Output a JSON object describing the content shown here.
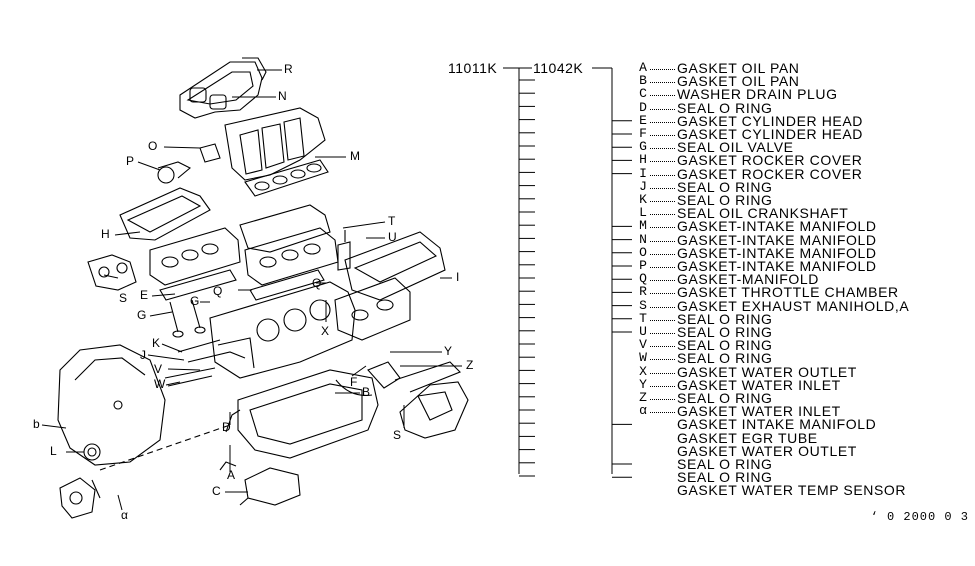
{
  "diagram": {
    "part_numbers": {
      "main": "11011K",
      "sub": "11042K"
    },
    "items": [
      {
        "code": "A",
        "desc": "GASKET OIL PAN",
        "bracket": false
      },
      {
        "code": "B",
        "desc": "GASKET OIL PAN",
        "bracket": false
      },
      {
        "code": "C",
        "desc": "WASHER DRAIN PLUG",
        "bracket": false
      },
      {
        "code": "D",
        "desc": "SEAL O RING",
        "bracket": false
      },
      {
        "code": "E",
        "desc": "GASKET CYLINDER HEAD",
        "bracket": true
      },
      {
        "code": "F",
        "desc": "GASKET CYLINDER HEAD",
        "bracket": true
      },
      {
        "code": "G",
        "desc": "SEAL OIL VALVE",
        "bracket": true
      },
      {
        "code": "H",
        "desc": "GASKET ROCKER COVER",
        "bracket": true
      },
      {
        "code": "I",
        "desc": "GASKET ROCKER COVER",
        "bracket": true
      },
      {
        "code": "J",
        "desc": "SEAL O RING",
        "bracket": false
      },
      {
        "code": "K",
        "desc": "SEAL O RING",
        "bracket": false
      },
      {
        "code": "L",
        "desc": "SEAL OIL CRANKSHAFT",
        "bracket": false
      },
      {
        "code": "M",
        "desc": "GASKET-INTAKE MANIFOLD",
        "bracket": true
      },
      {
        "code": "N",
        "desc": "GASKET-INTAKE MANIFOLD",
        "bracket": true
      },
      {
        "code": "O",
        "desc": "GASKET-INTAKE MANIFOLD",
        "bracket": true
      },
      {
        "code": "P",
        "desc": "GASKET-INTAKE MANIFOLD",
        "bracket": true
      },
      {
        "code": "Q",
        "desc": "GASKET-MANIFOLD",
        "bracket": true
      },
      {
        "code": "R",
        "desc": "GASKET THROTTLE CHAMBER",
        "bracket": true
      },
      {
        "code": "S",
        "desc": "GASKET EXHAUST MANIHOLD,A",
        "bracket": true
      },
      {
        "code": "T",
        "desc": "SEAL O RING",
        "bracket": true
      },
      {
        "code": "U",
        "desc": "SEAL O RING",
        "bracket": true
      },
      {
        "code": "V",
        "desc": "SEAL O RING",
        "bracket": false
      },
      {
        "code": "W",
        "desc": "SEAL O RING",
        "bracket": false
      },
      {
        "code": "X",
        "desc": "GASKET WATER OUTLET",
        "bracket": false
      },
      {
        "code": "Y",
        "desc": "GASKET WATER INLET",
        "bracket": false
      },
      {
        "code": "Z",
        "desc": "SEAL O RING",
        "bracket": false
      },
      {
        "code": "α",
        "desc": "GASKET WATER INLET",
        "bracket": false
      },
      {
        "code": "",
        "desc": "GASKET INTAKE MANIFOLD",
        "bracket": true
      },
      {
        "code": "",
        "desc": "GASKET EGR TUBE",
        "bracket": false
      },
      {
        "code": "",
        "desc": "GASKET WATER OUTLET",
        "bracket": false
      },
      {
        "code": "",
        "desc": "SEAL O RING",
        "bracket": true
      },
      {
        "code": "",
        "desc": "SEAL O RING",
        "bracket": true
      },
      {
        "code": "",
        "desc": "GASKET WATER TEMP SENSOR",
        "bracket": false
      }
    ],
    "callouts": [
      "R",
      "N",
      "O",
      "P",
      "M",
      "H",
      "T",
      "U",
      "S",
      "E",
      "Q",
      "Q",
      "G",
      "G",
      "I",
      "X",
      "K",
      "J",
      "V",
      "W",
      "Y",
      "Z",
      "F",
      "B",
      "b",
      "L",
      "D",
      "A",
      "C",
      "S",
      "α"
    ],
    "footer": "‘ 0 2000 0 3"
  }
}
